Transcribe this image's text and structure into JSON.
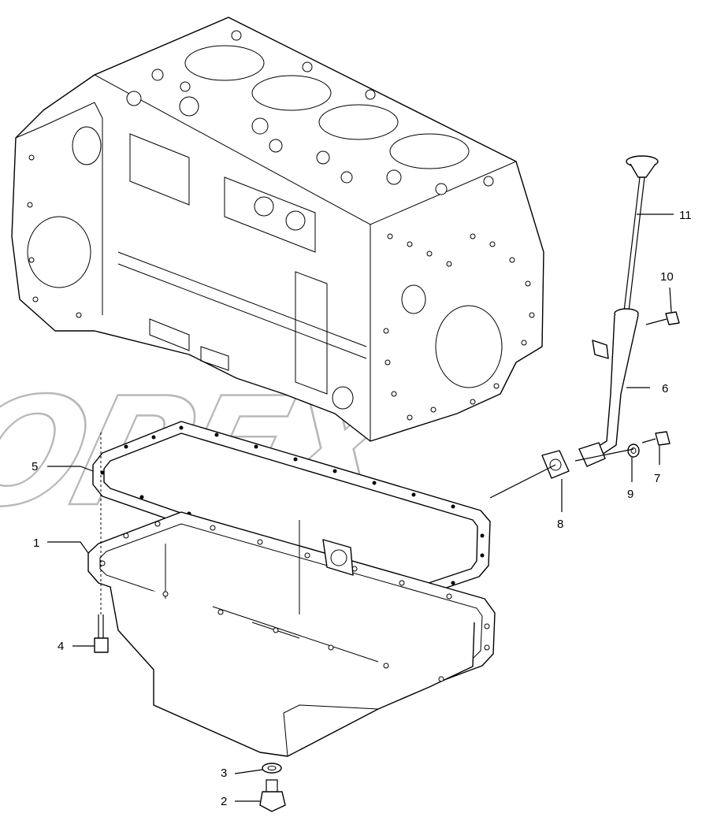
{
  "diagram": {
    "watermark": "OPEX",
    "callouts": [
      {
        "id": "c1",
        "text": "1"
      },
      {
        "id": "c2",
        "text": "2"
      },
      {
        "id": "c3",
        "text": "3"
      },
      {
        "id": "c4",
        "text": "4"
      },
      {
        "id": "c5",
        "text": "5"
      },
      {
        "id": "c6",
        "text": "6"
      },
      {
        "id": "c7",
        "text": "7"
      },
      {
        "id": "c8",
        "text": "8"
      },
      {
        "id": "c9",
        "text": "9"
      },
      {
        "id": "c10",
        "text": "10"
      },
      {
        "id": "c11",
        "text": "11"
      }
    ],
    "parts": [
      {
        "id": "engine-block",
        "icon": "engine-block-icon"
      },
      {
        "id": "oil-pan",
        "icon": "oil-pan-icon"
      },
      {
        "id": "oil-pan-gasket",
        "icon": "gasket-icon"
      },
      {
        "id": "dipstick",
        "icon": "dipstick-icon"
      },
      {
        "id": "dipstick-tube",
        "icon": "tube-icon"
      },
      {
        "id": "drain-plug",
        "icon": "plug-icon"
      },
      {
        "id": "washer",
        "icon": "washer-icon"
      }
    ]
  }
}
